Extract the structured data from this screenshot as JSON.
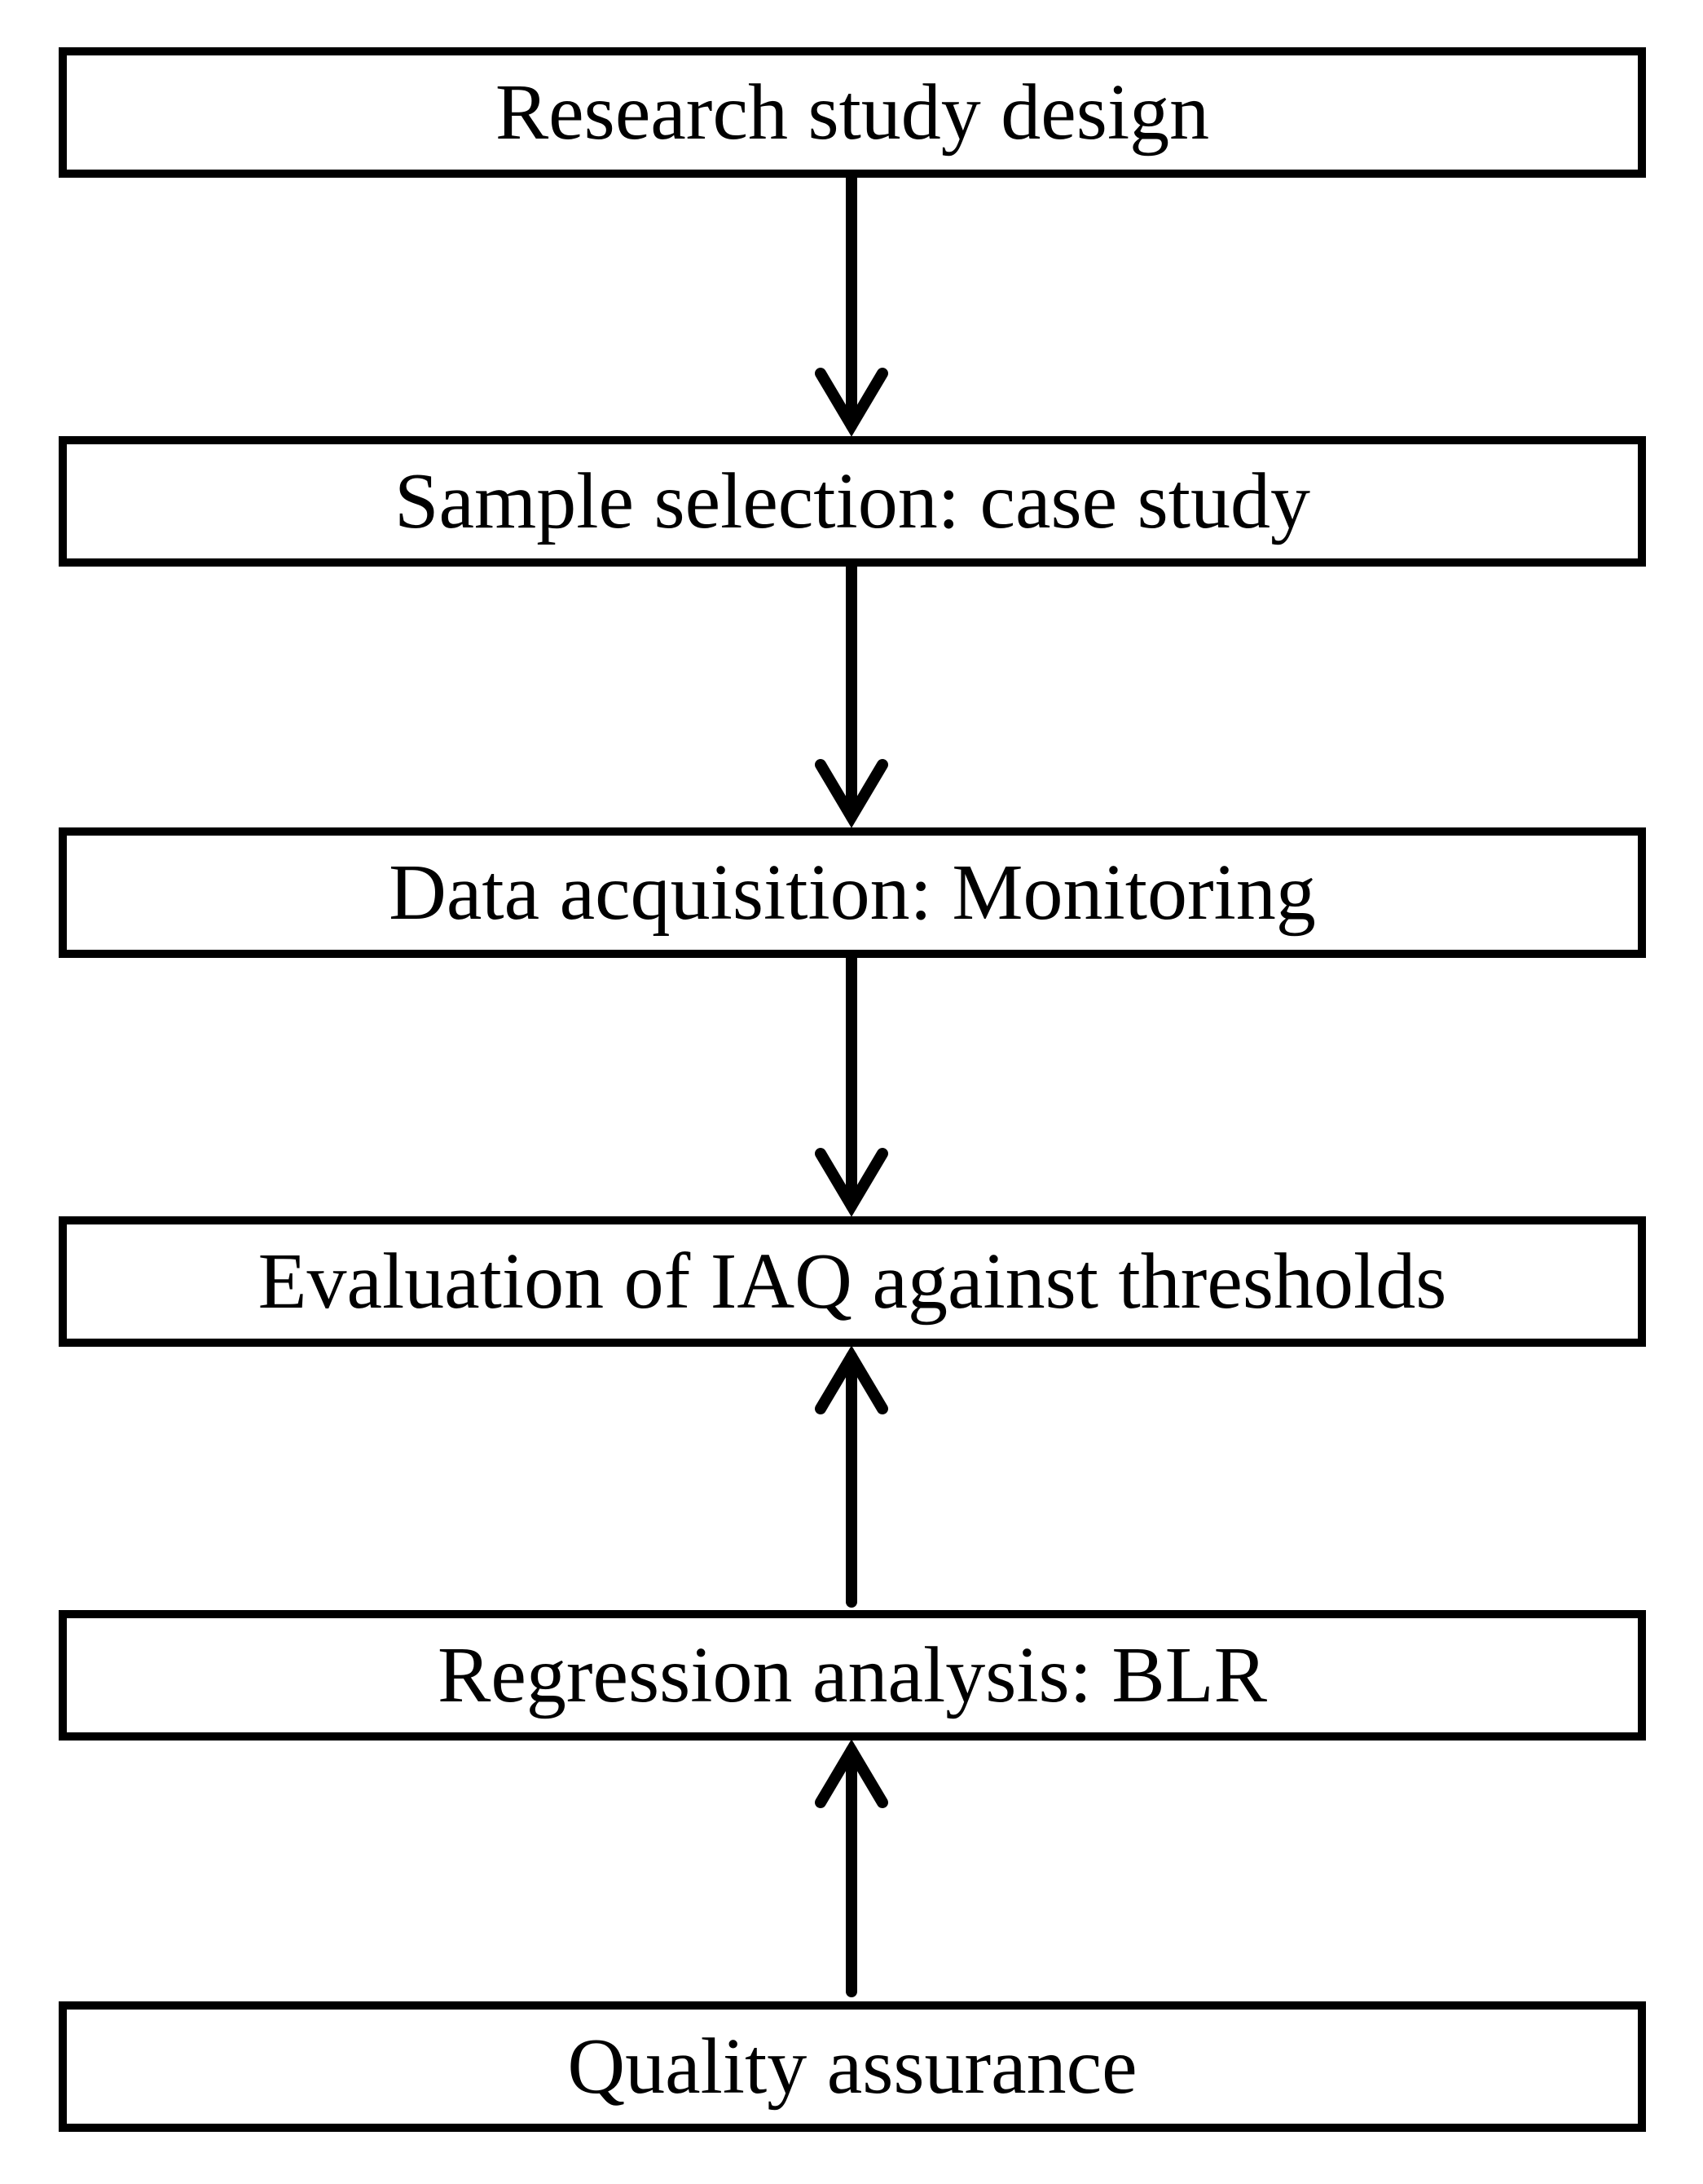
{
  "diagram": {
    "steps": [
      {
        "label": "Research study design"
      },
      {
        "label": "Sample selection: case study"
      },
      {
        "label": "Data acquisition: Monitoring"
      },
      {
        "label": "Evaluation of IAQ against thresholds"
      },
      {
        "label": "Regression analysis: BLR"
      },
      {
        "label": "Quality assurance"
      }
    ],
    "connections": [
      {
        "from": "Research study design",
        "to": "Sample selection: case study"
      },
      {
        "from": "Sample selection: case study",
        "to": "Data acquisition: Monitoring"
      },
      {
        "from": "Data acquisition: Monitoring",
        "to": "Evaluation of IAQ against thresholds"
      },
      {
        "from": "Regression analysis: BLR",
        "to": "Evaluation of IAQ against thresholds"
      },
      {
        "from": "Quality assurance",
        "to": "Regression analysis: BLR"
      }
    ],
    "colors": {
      "stroke": "#000000",
      "background": "#ffffff"
    }
  }
}
